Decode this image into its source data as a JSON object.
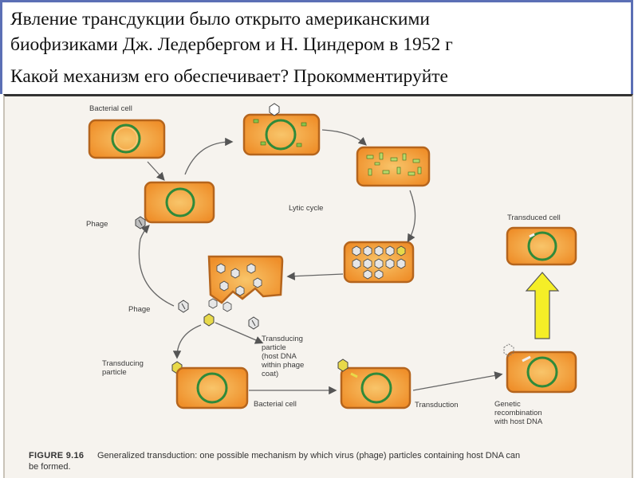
{
  "slide": {
    "title_line1": "Явление трансдукции было открыто американскими",
    "title_line2": "биофизиками Дж. Ледербергом и Н. Циндером в 1952 г",
    "title_line3": "Какой механизм его обеспечивает? Прокомментируйте"
  },
  "diagram": {
    "labels": {
      "bacterial_cell_top": "Bacterial cell",
      "phage_top": "Phage",
      "lytic_cycle": "Lytic cycle",
      "transduced_cell": "Transduced cell",
      "phage_bottom": "Phage",
      "transducing_particle_right_1": "Transducing",
      "transducing_particle_right_2": "particle",
      "transducing_particle_right_3": "(host DNA",
      "transducing_particle_right_4": "within phage",
      "transducing_particle_right_5": "coat)",
      "transducing_particle_left_1": "Transducing",
      "transducing_particle_left_2": "particle",
      "bacterial_cell_bottom": "Bacterial cell",
      "transduction": "Transduction",
      "genetic_recombination_1": "Genetic",
      "genetic_recombination_2": "recombination",
      "genetic_recombination_3": "with host DNA"
    },
    "colors": {
      "cell_fill": "#f4a23a",
      "cell_stroke": "#b5651d",
      "ring": "#2f8a3a",
      "host_dna": "#e8d94a",
      "up_arrow": "#f5ee27"
    }
  },
  "caption": {
    "figure": "FIGURE 9.16",
    "text_line1": "Generalized transduction: one possible mechanism by which virus (phage) particles containing host DNA can",
    "text_line2": "be formed."
  }
}
